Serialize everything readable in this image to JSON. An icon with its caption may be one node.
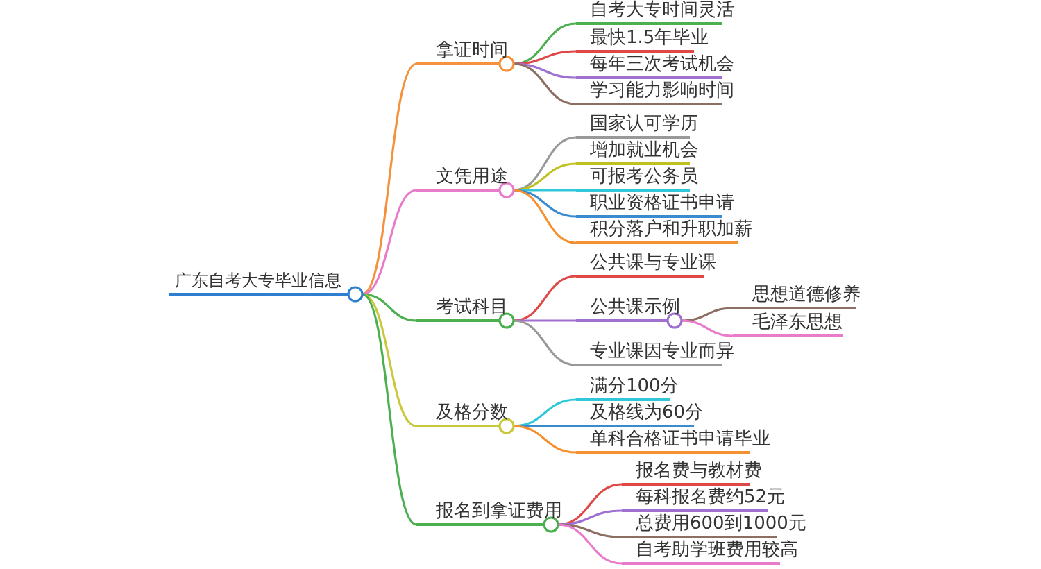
{
  "diagram": {
    "nodes": [
      {
        "text": [
          "广东自考大专毕业信息"
        ]
      },
      {
        "text": [
          "拿证时间"
        ]
      },
      {
        "text": [
          "自考大专时间灵活"
        ]
      },
      {
        "text": [
          "最快1.5年毕业"
        ]
      },
      {
        "text": [
          "每年三次考试机会"
        ]
      },
      {
        "text": [
          "学习能力影响时间"
        ]
      },
      {
        "text": [
          "文凭用途"
        ]
      },
      {
        "text": [
          "国家认可学历"
        ]
      },
      {
        "text": [
          "增加就业机会"
        ]
      },
      {
        "text": [
          "可报考公务员"
        ]
      },
      {
        "text": [
          "职业资格证书申请"
        ]
      },
      {
        "text": [
          "积分落户和升职加薪"
        ]
      },
      {
        "text": [
          "考试科目"
        ]
      },
      {
        "text": [
          "公共课与专业课"
        ]
      },
      {
        "text": [
          "公共课示例"
        ]
      },
      {
        "text": [
          "思想道德修养"
        ]
      },
      {
        "text": [
          "毛泽东思想"
        ]
      },
      {
        "text": [
          "专业课因专业而异"
        ]
      },
      {
        "text": [
          "及格分数"
        ]
      },
      {
        "text": [
          "满分100分"
        ]
      },
      {
        "text": [
          "及格线为60分"
        ]
      },
      {
        "text": [
          "单科合格证书申请毕业"
        ]
      },
      {
        "text": [
          "报名到拿证费用"
        ]
      },
      {
        "text": [
          "报名费与教材费"
        ]
      },
      {
        "text": [
          "每科报名费约52元"
        ]
      },
      {
        "text": [
          "总费用600到1000元"
        ]
      },
      {
        "text": [
          "自考助学班费用较高"
        ]
      }
    ],
    "edges": [
      {
        "from": 0,
        "to": 1,
        "arrow": "none",
        "color": "#f5923e"
      },
      {
        "from": 1,
        "to": 2,
        "arrow": "none",
        "color": "#4caf50"
      },
      {
        "from": 1,
        "to": 3,
        "arrow": "none",
        "color": "#e04848"
      },
      {
        "from": 1,
        "to": 4,
        "arrow": "none",
        "color": "#a070d0"
      },
      {
        "from": 1,
        "to": 5,
        "arrow": "none",
        "color": "#8d6e63"
      },
      {
        "from": 0,
        "to": 6,
        "arrow": "none",
        "color": "#e87ccb"
      },
      {
        "from": 6,
        "to": 7,
        "arrow": "none",
        "color": "#999999"
      },
      {
        "from": 6,
        "to": 8,
        "arrow": "none",
        "color": "#c0c020"
      },
      {
        "from": 6,
        "to": 9,
        "arrow": "none",
        "color": "#30c8d8"
      },
      {
        "from": 6,
        "to": 10,
        "arrow": "none",
        "color": "#3a8ad0"
      },
      {
        "from": 6,
        "to": 11,
        "arrow": "none",
        "color": "#f59030"
      },
      {
        "from": 0,
        "to": 12,
        "arrow": "none",
        "color": "#4caf50"
      },
      {
        "from": 12,
        "to": 13,
        "arrow": "none",
        "color": "#e04848"
      },
      {
        "from": 12,
        "to": 14,
        "arrow": "none",
        "color": "#a070d0"
      },
      {
        "from": 14,
        "to": 15,
        "arrow": "none",
        "color": "#8d6e63"
      },
      {
        "from": 14,
        "to": 16,
        "arrow": "none",
        "color": "#e87ccb"
      },
      {
        "from": 12,
        "to": 17,
        "arrow": "none",
        "color": "#999999"
      },
      {
        "from": 0,
        "to": 18,
        "arrow": "none",
        "color": "#c8c83a"
      },
      {
        "from": 18,
        "to": 19,
        "arrow": "none",
        "color": "#30c8d8"
      },
      {
        "from": 18,
        "to": 20,
        "arrow": "none",
        "color": "#3a8ad0"
      },
      {
        "from": 18,
        "to": 21,
        "arrow": "none",
        "color": "#f59030"
      },
      {
        "from": 0,
        "to": 22,
        "arrow": "none",
        "color": "#4caf50"
      },
      {
        "from": 22,
        "to": 23,
        "arrow": "none",
        "color": "#e04848"
      },
      {
        "from": 22,
        "to": 24,
        "arrow": "none",
        "color": "#a070d0"
      },
      {
        "from": 22,
        "to": 25,
        "arrow": "none",
        "color": "#8d6e63"
      },
      {
        "from": 22,
        "to": 26,
        "arrow": "none",
        "color": "#e87ccb"
      }
    ]
  }
}
